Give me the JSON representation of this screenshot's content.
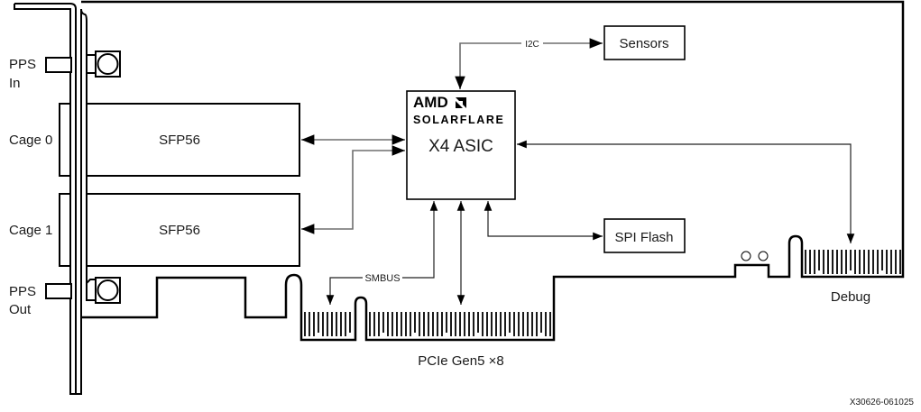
{
  "diagram": {
    "title": "AMD Solarflare X4 adapter block diagram",
    "asic": {
      "brand": "AMD",
      "sub_brand": "SOLARFLARE",
      "name": "X4 ASIC"
    },
    "bracket_labels": {
      "pps_in_line1": "PPS",
      "pps_in_line2": "In",
      "pps_out_line1": "PPS",
      "pps_out_line2": "Out",
      "cage0": "Cage 0",
      "cage1": "Cage 1"
    },
    "ports": [
      {
        "id": "cage0",
        "label": "SFP56"
      },
      {
        "id": "cage1",
        "label": "SFP56"
      }
    ],
    "peripherals": {
      "sensors": "Sensors",
      "spi_flash": "SPI Flash"
    },
    "buses": {
      "i2c": "I2C",
      "smbus": "SMBUS"
    },
    "connectors": {
      "pcie": "PCIe Gen5 ×8",
      "debug": "Debug"
    },
    "figure_id": "X30626-061025"
  }
}
